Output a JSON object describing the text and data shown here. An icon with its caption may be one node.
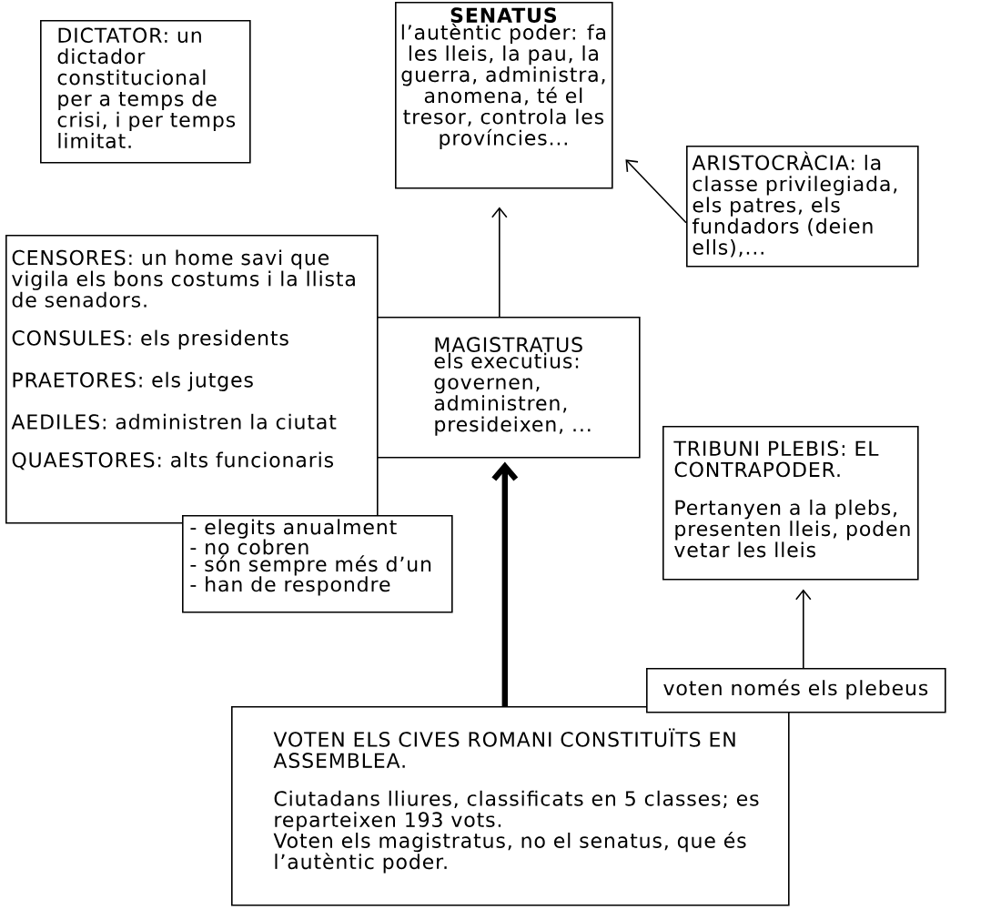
{
  "diagram": {
    "nodes": [
      {
        "text": [
          "DICTATOR: un dictador constitucional per a temps de crisi, i per temps limitat."
        ]
      },
      {
        "text": [
          "SENATUS",
          "l’autèntic poder: fa les lleis, la pau, la guerra, administra, anomena, té el tresor, controla les províncies..."
        ]
      },
      {
        "text": [
          "ARISTOCRÀCIA: la classe privilegiada, els patres, els fundadors (deien ells),..."
        ]
      },
      {
        "text": [
          "CENSORES: un home savi que vigila els bons costums i la llista de senadors.",
          "CONSULES: els presidents",
          "PRAETORES: els jutges",
          "AEDILES: administren la ciutat",
          "QUAESTORES: alts funcionaris"
        ]
      },
      {
        "text": [
          "MAGISTRATUS",
          "els executius: governen, administren, presideixen, ..."
        ]
      },
      {
        "text": [
          "- elegits anualment",
          "- no cobren",
          "- són sempre més d’un",
          "- han de respondre"
        ]
      },
      {
        "text": [
          "TRIBUNI PLEBIS: EL CONTRAPODER.",
          "Pertanyen a la plebs, presenten lleis, poden vetar les lleis"
        ]
      },
      {
        "text": [
          "voten només els plebeus"
        ]
      },
      {
        "text": [
          "VOTEN ELS CIVES ROMANI CONSTITUÏTS EN ASSEMBLEA.",
          "Ciutadans lliures, classificats en 5 classes; es reparteixen 193 vots.",
          "Voten els magistratus, no el senatus, que és l’autèntic poder."
        ]
      }
    ],
    "edges": [
      {
        "from": 4,
        "to": 1,
        "arrow": "to"
      },
      {
        "from": 2,
        "to": 1,
        "arrow": "to"
      },
      {
        "from": 8,
        "to": 4,
        "arrow": "to",
        "style": "thick"
      },
      {
        "from": 7,
        "to": 6,
        "arrow": "to"
      }
    ]
  }
}
